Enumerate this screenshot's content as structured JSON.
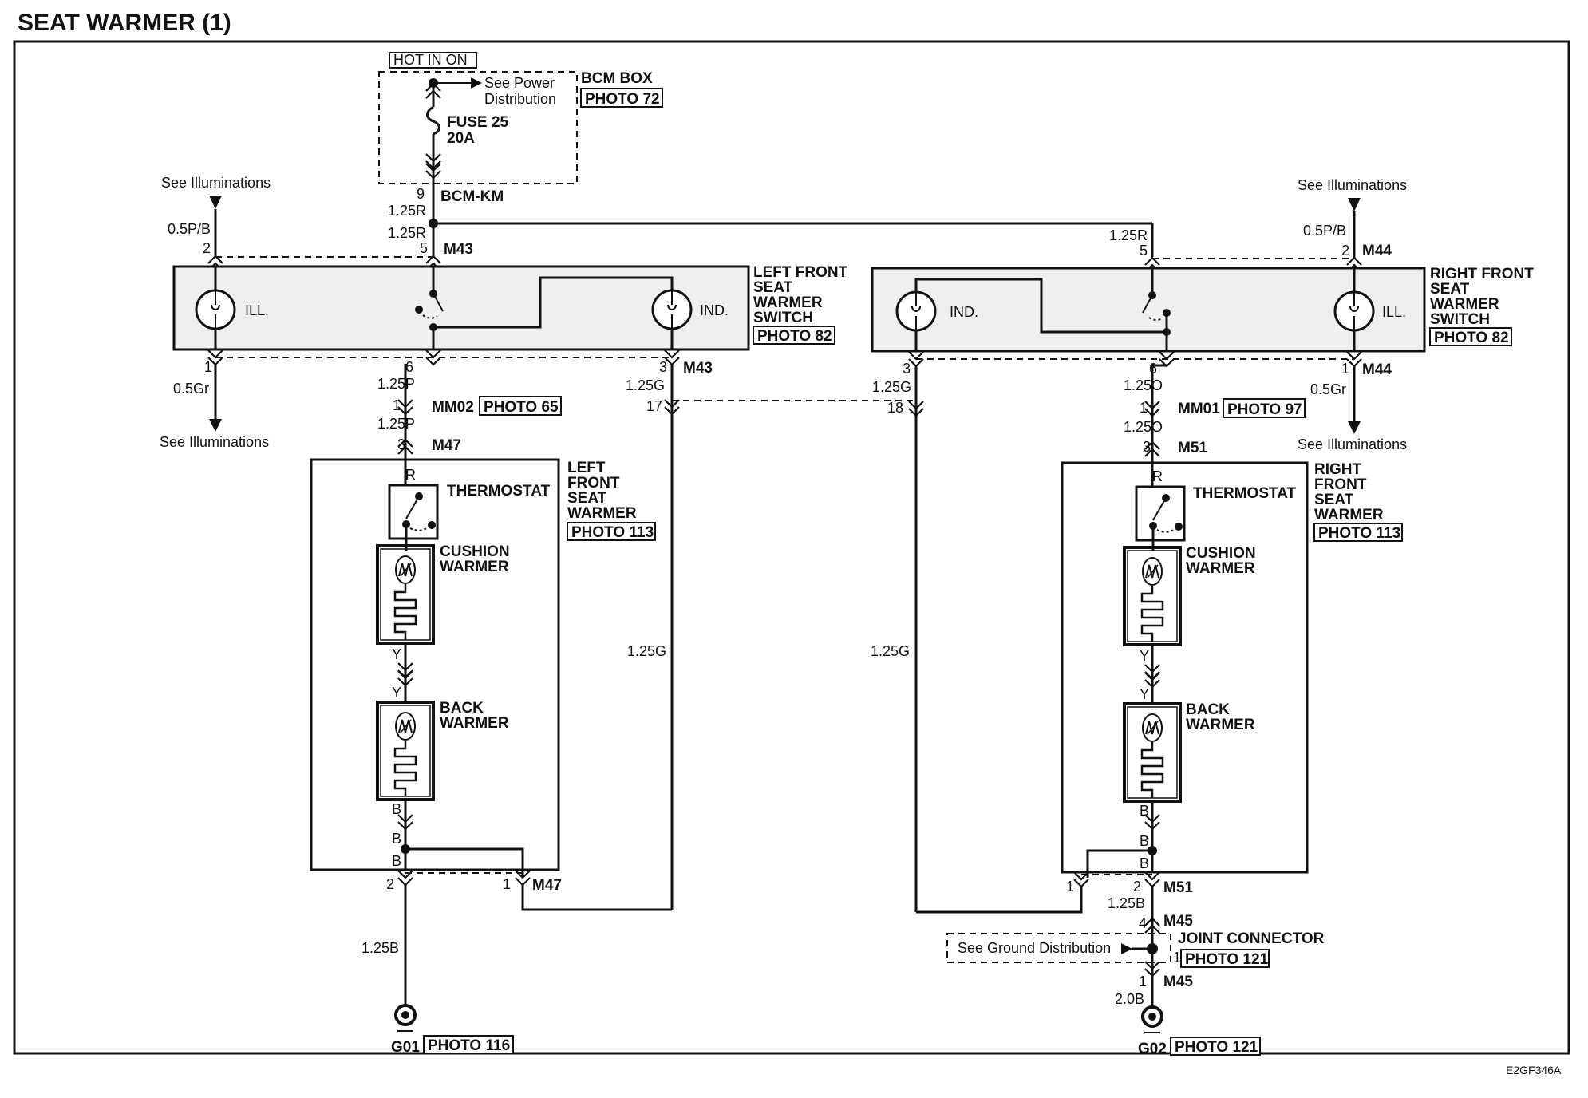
{
  "title": "SEAT WARMER (1)",
  "figure_code": "E2GF346A",
  "power": {
    "hot_label": "HOT IN ON",
    "bcm_box": "BCM BOX",
    "bcm_photo": "PHOTO 72",
    "see_power": "See Power",
    "distribution": "Distribution",
    "fuse": "FUSE 25",
    "fuse_rating": "20A",
    "pin": "9",
    "connector": "BCM-KM"
  },
  "wires": {
    "r125": "1.25R",
    "pb05": "0.5P/B",
    "gr05": "0.5Gr",
    "p125": "1.25P",
    "g125": "1.25G",
    "o125": "1.25O",
    "b125": "1.25B",
    "b20": "2.0B"
  },
  "illum": {
    "see": "See Illuminations"
  },
  "left_switch": {
    "title_lines": [
      "LEFT FRONT",
      "SEAT",
      "WARMER",
      "SWITCH"
    ],
    "photo": "PHOTO 82",
    "ill": "ILL.",
    "ind": "IND.",
    "pins_top": [
      "2",
      "5"
    ],
    "pins_bottom": [
      "1",
      "6",
      "3"
    ],
    "conn": "M43"
  },
  "right_switch": {
    "title_lines": [
      "RIGHT FRONT",
      "SEAT",
      "WARMER",
      "SWITCH"
    ],
    "photo": "PHOTO 82",
    "ill": "ILL.",
    "ind": "IND.",
    "pins_top": [
      "5",
      "2"
    ],
    "pins_bottom": [
      "3",
      "6",
      "1"
    ],
    "conn": "M44"
  },
  "left_mm": {
    "pin": "1",
    "conn": "MM02",
    "photo": "PHOTO 65"
  },
  "right_mm": {
    "pin": "1",
    "conn": "MM01",
    "photo": "PHOTO 97"
  },
  "pins_17_18": [
    "17",
    "18"
  ],
  "left_warmer": {
    "title_lines": [
      "LEFT",
      "FRONT",
      "SEAT",
      "WARMER"
    ],
    "photo": "PHOTO 113",
    "conn": "M47",
    "pin_top": "3",
    "thermostat": "THERMOSTAT",
    "cushion": [
      "CUSHION",
      "WARMER"
    ],
    "back": [
      "BACK",
      "WARMER"
    ],
    "colors": [
      "R",
      "Y",
      "Y",
      "B",
      "B",
      "B"
    ],
    "pins_bottom": [
      "2",
      "1"
    ]
  },
  "right_warmer": {
    "title_lines": [
      "RIGHT",
      "FRONT",
      "SEAT",
      "WARMER"
    ],
    "photo": "PHOTO 113",
    "conn": "M51",
    "pin_top": "3",
    "thermostat": "THERMOSTAT",
    "cushion": [
      "CUSHION",
      "WARMER"
    ],
    "back": [
      "BACK",
      "WARMER"
    ],
    "colors": [
      "R",
      "Y",
      "Y",
      "B",
      "B",
      "B"
    ],
    "pins_bottom": [
      "1",
      "2"
    ]
  },
  "joint": {
    "title": "JOINT CONNECTOR",
    "photo": "PHOTO 121",
    "see_ground": "See Ground Distribution",
    "conn": "M45",
    "pin_top": "4",
    "pin_mid": "1",
    "pin_bottom": "1"
  },
  "grounds": {
    "left": {
      "name": "G01",
      "photo": "PHOTO 116"
    },
    "right": {
      "name": "G02",
      "photo": "PHOTO 121"
    }
  },
  "wire_mid_labels": [
    "1.25G",
    "1.25G"
  ]
}
